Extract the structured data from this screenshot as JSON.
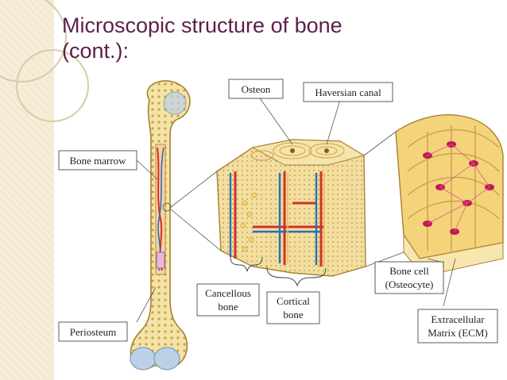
{
  "slide": {
    "title_line1": "Microscopic structure of bone",
    "title_line2": "(cont.):"
  },
  "labels": {
    "osteon": "Osteon",
    "haversian_canal": "Haversian canal",
    "bone_marrow": "Bone marrow",
    "bone_cell_line1": "Bone cell",
    "bone_cell_line2": "(Osteocyte)",
    "cancellous_line1": "Cancellous",
    "cancellous_line2": "bone",
    "cortical_line1": "Cortical",
    "cortical_line2": "bone",
    "periosteum": "Periosteum",
    "ecm_line1": "Extracellular",
    "ecm_line2": "Matrix (ECM)"
  },
  "colors": {
    "title": "#5c1f4a",
    "bone": "#f3e3a6",
    "bone_dark": "#d9b865",
    "cartilage": "#bcd1e8",
    "artery": "#d0302b",
    "vein": "#2a6fb5",
    "cell": "#c2185b"
  }
}
